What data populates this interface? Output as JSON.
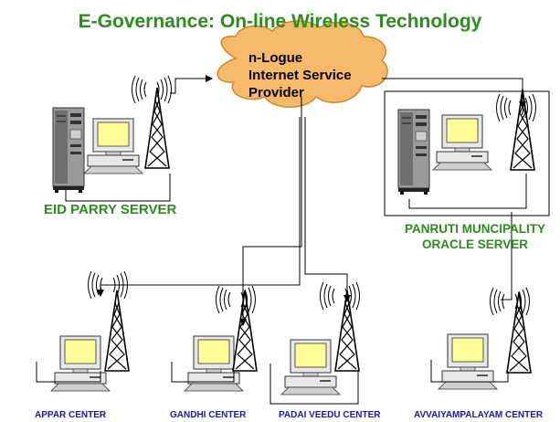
{
  "title": "E-Governance: On-line Wireless Technology",
  "cloud": {
    "lines": [
      "n-Logue",
      "Internet Service",
      "Provider"
    ]
  },
  "servers": {
    "eid": {
      "label": "EID PARRY SERVER"
    },
    "panruti": {
      "lines": [
        "PANRUTI MUNCIPALITY",
        "ORACLE SERVER"
      ]
    }
  },
  "centers": [
    {
      "label": "APPAR CENTER"
    },
    {
      "label": "GANDHI CENTER"
    },
    {
      "label": "PADAI VEEDU CENTER"
    },
    {
      "label": "AVVAIYAMPALAYAM CENTER"
    }
  ],
  "colors": {
    "title": "#2e8b1f",
    "server_label": "#2e8b1f",
    "center_label": "#1a1aa8",
    "cloud_fill": "#f7b96a",
    "monitor": "#ffff99"
  }
}
